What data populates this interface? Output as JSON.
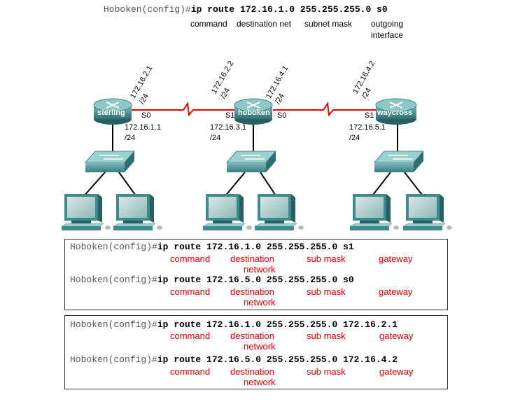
{
  "header": {
    "prompt": "Hoboken(config)#",
    "cmd": "ip route 172.16.1.0 255.255.255.0 s0",
    "labels": {
      "command": "command",
      "dest": "destination net",
      "mask": "subnet mask",
      "iface1": "outgoing",
      "iface2": "interface"
    }
  },
  "routers": [
    {
      "name": "sterling"
    },
    {
      "name": "hoboken"
    },
    {
      "name": "waycross"
    }
  ],
  "labels": {
    "sterling_up_ip": "172.16.2.1",
    "sterling_up_mask": "/24",
    "hob_left_ip": "172.16.2.2",
    "hob_left_mask": "/24",
    "hob_right_ip": "172.16.4.1",
    "hob_right_mask": "/24",
    "way_up_ip": "172.16.4.2",
    "way_up_mask": "/24",
    "s0_sterling": "S0",
    "s1_hoboken": "S1",
    "s0_hoboken": "S0",
    "s1_waycross": "S1",
    "lan1_ip": "172.16.1.1",
    "lan1_mask": "/24",
    "lan2_ip": "172.16.3.1",
    "lan2_mask": "/24",
    "lan3_ip": "172.16.5.1",
    "lan3_mask": "/24"
  },
  "box1": {
    "lines": [
      {
        "prompt": "Hoboken(config)#",
        "cmd": "ip route 172.16.1.0 255.255.255.0 s1"
      },
      {
        "prompt": "Hoboken(config)#",
        "cmd": "ip route 172.16.5.0 255.255.255.0 s0"
      }
    ],
    "red": {
      "command": "command",
      "destination": "destination",
      "network": "network",
      "mask": "sub mask",
      "gateway": "gateway"
    }
  },
  "box2": {
    "lines": [
      {
        "prompt": "Hoboken(config)#",
        "cmd": "ip route 172.16.1.0 255.255.255.0 172.16.2.1"
      },
      {
        "prompt": "Hoboken(config)#",
        "cmd": "ip route 172.16.5.0 255.255.255.0 172.16.4.2"
      }
    ],
    "red": {
      "command": "command",
      "destination": "destination",
      "network": "network",
      "mask": "sub mask",
      "gateway": "gateway"
    }
  },
  "colors": {
    "serial_link": "#e00000",
    "annotation": "#e00000",
    "device": "#3f8a8a"
  }
}
